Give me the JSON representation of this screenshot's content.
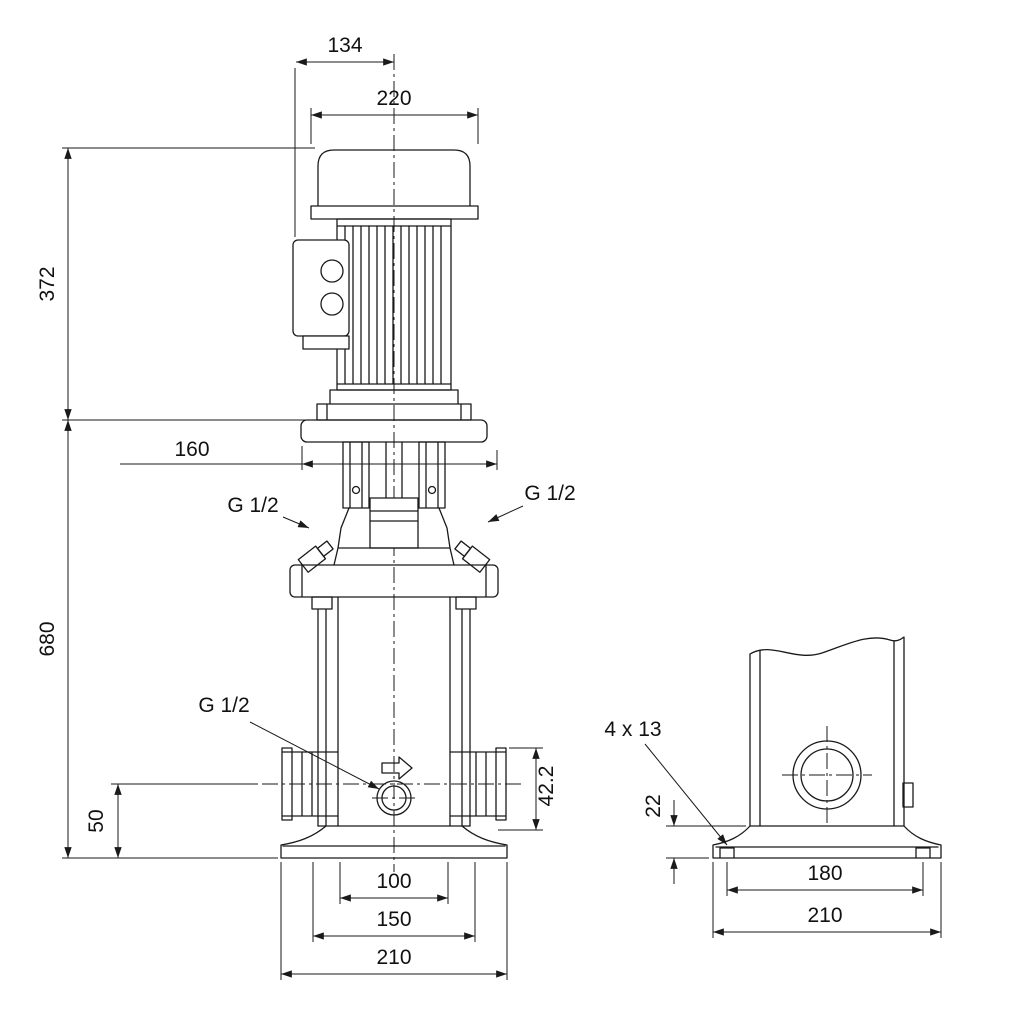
{
  "colors": {
    "line": "#1a1a1a",
    "background": "#ffffff"
  },
  "front_view": {
    "dims": {
      "width_134": "134",
      "width_220": "220",
      "height_372": "372",
      "width_160": "160",
      "height_680": "680",
      "plug_left": "G 1/2",
      "plug_right": "G 1/2",
      "drain": "G 1/2",
      "port_42_2": "42.2",
      "port_50": "50",
      "base_100": "100",
      "base_150": "150",
      "base_210": "210"
    }
  },
  "side_view": {
    "dims": {
      "bolt_holes": "4 x 13",
      "base_height_22": "22",
      "bolt_spacing_180": "180",
      "base_width_210": "210"
    }
  }
}
